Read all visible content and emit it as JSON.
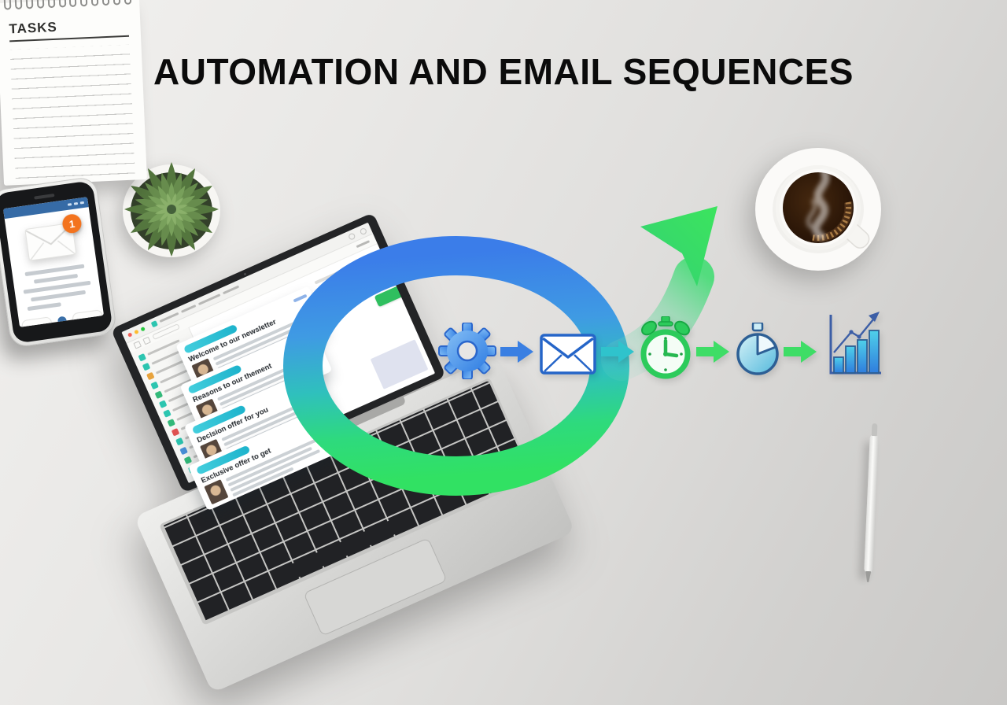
{
  "title": "AUTOMATION AND EMAIL SEQUENCES",
  "workflow": {
    "steps": [
      {
        "name": "automation",
        "icon": "gear-icon"
      },
      {
        "name": "email",
        "icon": "envelope-icon"
      },
      {
        "name": "schedule",
        "icon": "alarm-clock-icon"
      },
      {
        "name": "delay",
        "icon": "timer-icon"
      },
      {
        "name": "growth",
        "icon": "growth-chart-icon"
      }
    ],
    "colors": {
      "arrow_blue": "#3a7fe2",
      "arrow_teal": "#2fc3cc",
      "arrow_green": "#3edd66",
      "gear_blue": "#3a7fe2",
      "envelope_blue": "#2565c8",
      "alarm_green": "#2ccb5b",
      "timer_teal": "#54b9dc",
      "chart_blue": "#2f7ddd"
    }
  },
  "swoosh": {
    "ring_top_color": "#3b7de9",
    "ring_mid_color": "#2fc0bd",
    "ring_bottom_color": "#31e163"
  },
  "laptop": {
    "cards": [
      {
        "title": "Welcome to our newsletter"
      },
      {
        "title": "Reasons to our thement"
      },
      {
        "title": "Decision offer for you"
      },
      {
        "title": "Exclusive offer to get"
      }
    ],
    "sidebar_icon_colors": [
      "#2cc5b0",
      "#2cc5b0",
      "#e8a33d",
      "#2cc5b0",
      "#34b97a",
      "#2cc5b0",
      "#2cc5b0",
      "#34b97a",
      "#e05252",
      "#2cc5b0",
      "#4a90d9",
      "#34b97a",
      "#2cc5b0"
    ],
    "accent_teal": "#1db3cc",
    "button_green": "#2fbf5f"
  },
  "phone": {
    "notification_count": "1",
    "badge_color": "#f3731e"
  },
  "notepad": {
    "title": "TASKS",
    "ruled_lines": 15
  }
}
